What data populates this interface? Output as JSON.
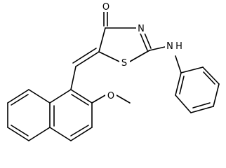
{
  "molecule": {
    "atom_labels": {
      "carbonyl_oxygen": "O",
      "ring_nitrogen": "N",
      "ring_sulfur": "S",
      "amine_nitrogen": "N",
      "amine_hydrogen": "H",
      "methoxy_oxygen": "O"
    }
  }
}
